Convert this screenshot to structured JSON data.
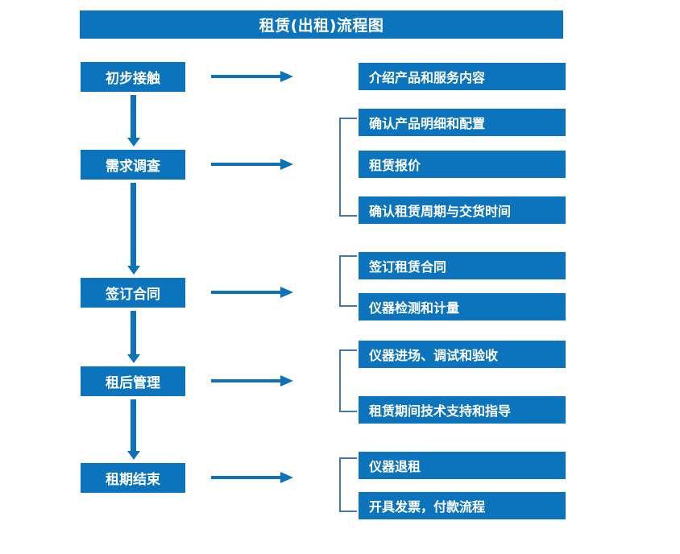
{
  "diagram": {
    "title": "租赁(出租)流程图",
    "accent_color": "#0B74BD",
    "arrow_color": "#0D72B8",
    "bracket_color": "#3F79B0",
    "text_color": "#FFFFFF",
    "background_color": "#FFFFFF"
  },
  "stages": [
    {
      "label": "初步接触"
    },
    {
      "label": "需求调查"
    },
    {
      "label": "签订合同"
    },
    {
      "label": "租后管理"
    },
    {
      "label": "租期结束"
    }
  ],
  "details": [
    {
      "label": "介绍产品和服务内容"
    },
    {
      "label": "确认产品明细和配置"
    },
    {
      "label": "租赁报价"
    },
    {
      "label": "确认租赁周期与交货时间"
    },
    {
      "label": "签订租赁合同"
    },
    {
      "label": "仪器检测和计量"
    },
    {
      "label": "仪器进场、调试和验收"
    },
    {
      "label": "租赁期间技术支持和指导"
    },
    {
      "label": "仪器退租"
    },
    {
      "label": "开具发票，付款流程"
    }
  ],
  "groups": [
    {
      "stage": "需求调查",
      "detail_labels": [
        "确认产品明细和配置",
        "租赁报价",
        "确认租赁周期与交货时间"
      ]
    },
    {
      "stage": "签订合同",
      "detail_labels": [
        "签订租赁合同",
        "仪器检测和计量"
      ]
    },
    {
      "stage": "租后管理",
      "detail_labels": [
        "仪器进场、调试和验收",
        "租赁期间技术支持和指导"
      ]
    },
    {
      "stage": "租期结束",
      "detail_labels": [
        "仪器退租",
        "开具发票，付款流程"
      ]
    }
  ],
  "connectors": {
    "horizontal_arrow_count": 5,
    "vertical_arrow_count": 4,
    "bracket_count": 4
  }
}
